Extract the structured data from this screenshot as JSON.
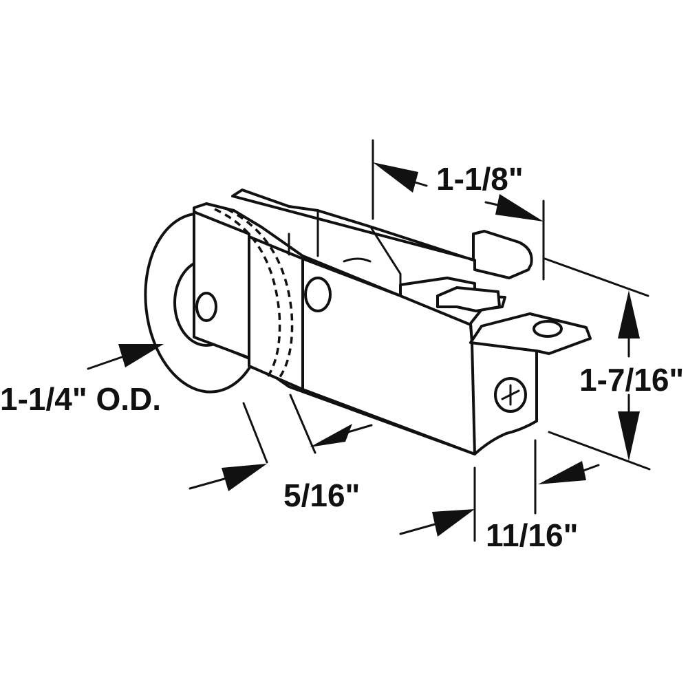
{
  "dimensions": {
    "length": "1-1/8\"",
    "height": "1-7/16\"",
    "wheel_diameter": "1-1/4\" O.D.",
    "wheel_width": "5/16\"",
    "body_width": "11/16\""
  }
}
